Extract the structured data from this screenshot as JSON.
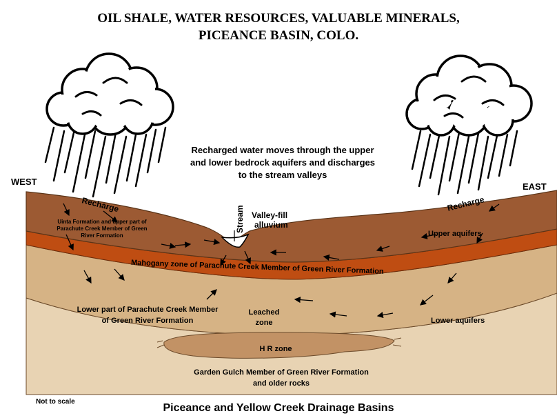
{
  "title": {
    "line1": "OIL SHALE, WATER RESOURCES, VALUABLE MINERALS,",
    "line2": "PICEANCE BASIN, COLO."
  },
  "directions": {
    "west": "WEST",
    "east": "EAST"
  },
  "annotations": {
    "flow_line1": "Recharged water moves through the upper",
    "flow_line2": "and lower bedrock aquifers and discharges",
    "flow_line3": "to the stream valleys",
    "recharge_west": "Recharge",
    "recharge_east": "Recharge",
    "stream": "Stream",
    "valley_fill_1": "Valley-fill",
    "valley_fill_2": "alluvium",
    "upper_aquifers": "Upper aquifers",
    "lower_aquifers": "Lower aquifers"
  },
  "layers": {
    "uinta_1": "Uinta Formation and upper part of",
    "uinta_2": "Parachute Creek Member of Green",
    "uinta_3": "River Formation",
    "mahogany": "Mahogany zone of Parachute Creek Member of Green River Formation",
    "lower_parachute_1": "Lower part of Parachute Creek Member",
    "lower_parachute_2": "of Green River Formation",
    "leached_1": "Leached",
    "leached_2": "zone",
    "hr_zone": "H R zone",
    "garden_gulch_1": "Garden Gulch Member of Green River Formation",
    "garden_gulch_2": "and older rocks"
  },
  "colors": {
    "upper_layer": "#9C5A33",
    "mahogany": "#BF4D12",
    "lower_layer": "#D6B385",
    "garden_gulch": "#E8D3B3",
    "hr_zone": "#C29265",
    "cloud": "#ffffff"
  },
  "footer": {
    "note": "Not to scale",
    "caption": "Piceance and Yellow Creek Drainage Basins"
  }
}
